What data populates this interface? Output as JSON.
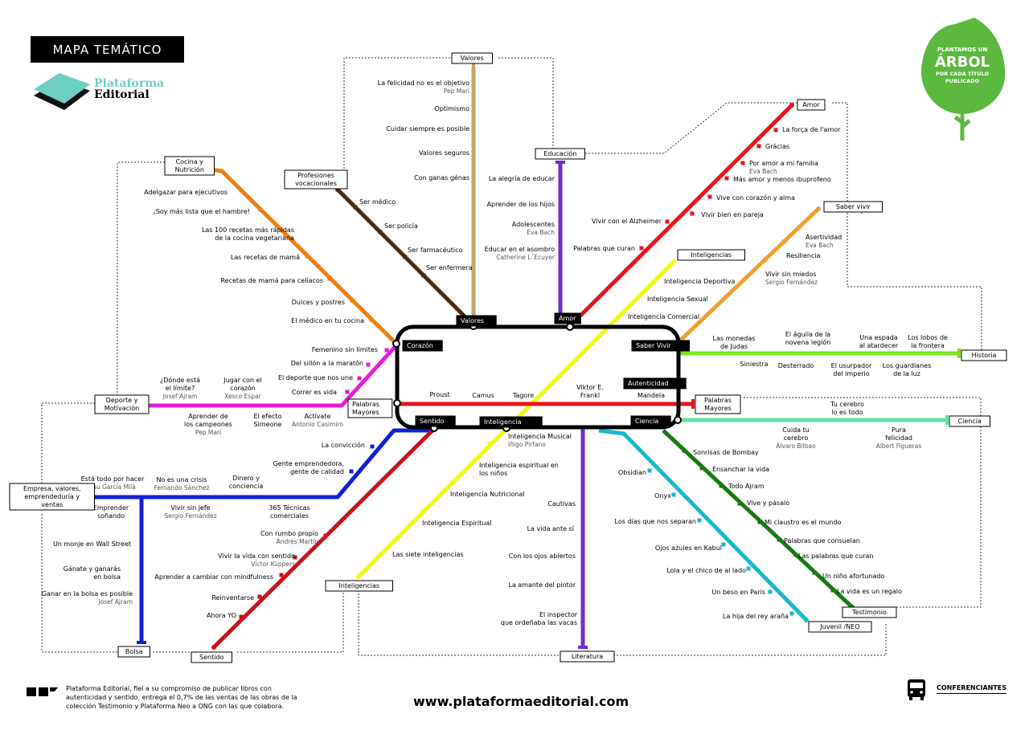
{
  "header": {
    "title": "MAPA TEMÁTICO"
  },
  "brand": {
    "line1": "Plataforma",
    "line2": "Editorial",
    "accent": "#6ccfc0"
  },
  "badge": {
    "line1": "PLANTAMOS UN",
    "line2": "ÁRBOL",
    "line3": "POR CADA TÍTULO",
    "line4": "PUBLICADO",
    "color": "#5cb83e"
  },
  "footer": {
    "note": "Plataforma Editorial, fiel a su compromiso de publicar libros con autenticidad y sentido, entrega el 0,7% de las ventas de las obras de la colección Testimonio y Plataforma Neo a ONG con las que colabora.",
    "url": "www.plataformaeditorial.com",
    "speakers": "CONFERENCIANTES"
  },
  "hub": {
    "labels": [
      {
        "id": "hub-label-valores",
        "text": "Valores"
      },
      {
        "id": "hub-label-amor",
        "text": "Amor"
      },
      {
        "id": "hub-label-corazon",
        "text": "Corazón"
      },
      {
        "id": "hub-label-saber-vivir",
        "text": "Saber Vivir"
      },
      {
        "id": "hub-label-autenticidad",
        "text": "Autenticidad"
      },
      {
        "id": "hub-label-palabras-mayores",
        "text": "Palabras\nMayores"
      },
      {
        "id": "hub-label-sentido",
        "text": "Sentido"
      },
      {
        "id": "hub-label-inteligencia",
        "text": "Inteligencia"
      },
      {
        "id": "hub-label-ciencia",
        "text": "Ciencia"
      }
    ]
  },
  "terminals": [
    {
      "id": "terminal-valores",
      "text": "Valores"
    },
    {
      "id": "terminal-educacion",
      "text": "Educación"
    },
    {
      "id": "terminal-amor",
      "text": "Amor"
    },
    {
      "id": "terminal-cocina",
      "text": "Cocina y\nNutrición"
    },
    {
      "id": "terminal-profesiones",
      "text": "Profesiones\nvocacionales"
    },
    {
      "id": "terminal-saber-vivir",
      "text": "Saber vivir"
    },
    {
      "id": "terminal-inteligencias-top",
      "text": "Inteligencias"
    },
    {
      "id": "terminal-historia",
      "text": "Historia"
    },
    {
      "id": "terminal-palabras-mayores",
      "text": "Palabras\nMayores"
    },
    {
      "id": "terminal-ciencia",
      "text": "Ciencia"
    },
    {
      "id": "terminal-deporte",
      "text": "Deporte y\nMotivación"
    },
    {
      "id": "terminal-empresa",
      "text": "Empresa, valores,\nemprendeduría y\nventas"
    },
    {
      "id": "terminal-bolsa",
      "text": "Bolsa"
    },
    {
      "id": "terminal-sentido",
      "text": "Sentido"
    },
    {
      "id": "terminal-inteligencias-bottom",
      "text": "Inteligencias"
    },
    {
      "id": "terminal-literatura",
      "text": "Literatura"
    },
    {
      "id": "terminal-testimonio",
      "text": "Testimonio"
    },
    {
      "id": "terminal-juvenil",
      "text": "Juvenil /NEO"
    }
  ],
  "lines": [
    {
      "id": "line-valores",
      "color": "#c4a46a"
    },
    {
      "id": "line-educacion",
      "color": "#6a2fd1"
    },
    {
      "id": "line-amor",
      "color": "#e8141c"
    },
    {
      "id": "line-cocina",
      "color": "#f07e12"
    },
    {
      "id": "line-profesiones",
      "color": "#4a2a10"
    },
    {
      "id": "line-saber-vivir",
      "color": "#f0a030"
    },
    {
      "id": "line-inteligencias",
      "color": "#f6f60e"
    },
    {
      "id": "line-historia",
      "color": "#7ee21e"
    },
    {
      "id": "line-palabras",
      "color": "#e8141c"
    },
    {
      "id": "line-ciencia",
      "color": "#5ce8a0"
    },
    {
      "id": "line-deporte",
      "color": "#e41ed8"
    },
    {
      "id": "line-empresa",
      "color": "#1020d8"
    },
    {
      "id": "line-sentido",
      "color": "#c8141c"
    },
    {
      "id": "line-literatura",
      "color": "#6a2fd1"
    },
    {
      "id": "line-testimonio",
      "color": "#1a7a14"
    },
    {
      "id": "line-juvenil",
      "color": "#18b8d0"
    }
  ],
  "stations": [
    {
      "id": "st-felicidad",
      "text": "La felicidad no es el objetivo",
      "sub": "Pep Marí"
    },
    {
      "id": "st-optimismo",
      "text": "Optimismo"
    },
    {
      "id": "st-cuidar",
      "text": "Cuidar siempre es posible"
    },
    {
      "id": "st-valores-seguros",
      "text": "Valores seguros"
    },
    {
      "id": "st-ganas-genas",
      "text": "Con ganas génas"
    },
    {
      "id": "st-alegria-educar",
      "text": "La alegría de educar"
    },
    {
      "id": "st-aprender-hijos",
      "text": "Aprender de los hijos"
    },
    {
      "id": "st-adolescentes",
      "text": "Adolescentes",
      "sub": "Eva Bach"
    },
    {
      "id": "st-educar-asombro",
      "text": "Educar en el asombro",
      "sub": "Catherine L´Ecuyer"
    },
    {
      "id": "st-forca",
      "text": "La força de l'amor"
    },
    {
      "id": "st-gracias",
      "text": "Grácias"
    },
    {
      "id": "st-amor-familia",
      "text": "Por amor a mi familia",
      "sub": "Eva Bach"
    },
    {
      "id": "st-mas-amor",
      "text": "Más amor y menos ibuprofeno"
    },
    {
      "id": "st-vive-corazon",
      "text": "Vive con corazón y alma"
    },
    {
      "id": "st-vivir-pareja",
      "text": "Vivir bien en pareja"
    },
    {
      "id": "st-alzheimer",
      "text": "Vivir con el Alzheimer"
    },
    {
      "id": "st-palabras-curan-top",
      "text": "Palabras que curan"
    },
    {
      "id": "st-adelgazar",
      "text": "Adelgazar para ejecutivos"
    },
    {
      "id": "st-soy-mas-lista",
      "text": "¡Soy más lista que el hambre!"
    },
    {
      "id": "st-100-recetas",
      "text": "Las 100 recetas más rápidas\nde la cocina vegetariana"
    },
    {
      "id": "st-recetas-mama",
      "text": "Las recetas de mamá"
    },
    {
      "id": "st-recetas-celiacos",
      "text": "Recetas de mamá para celíacos"
    },
    {
      "id": "st-dulces",
      "text": "Dulces y postres"
    },
    {
      "id": "st-medico-cocina",
      "text": "El médico en tu cocina"
    },
    {
      "id": "st-ser-medico",
      "text": "Ser médico"
    },
    {
      "id": "st-ser-policia",
      "text": "Ser policía"
    },
    {
      "id": "st-ser-farmaceutico",
      "text": "Ser farmacéutico"
    },
    {
      "id": "st-ser-enfermera",
      "text": "Ser enfermera"
    },
    {
      "id": "st-asertividad",
      "text": "Asertividad",
      "sub": "Eva Bach"
    },
    {
      "id": "st-resiliencia",
      "text": "Resiliencia"
    },
    {
      "id": "st-vivir-sin-miedos",
      "text": "Vivir sin miedos",
      "sub": "Sergio Fernández"
    },
    {
      "id": "st-int-deportiva",
      "text": "Inteligencia Deportiva"
    },
    {
      "id": "st-int-sexual",
      "text": "Inteligencia Sexual"
    },
    {
      "id": "st-int-comercial",
      "text": "Inteligencia Comercial"
    },
    {
      "id": "st-monedas-judas",
      "text": "Las monedas\nde Judas"
    },
    {
      "id": "st-aguila",
      "text": "El águila de la\nnovena legión"
    },
    {
      "id": "st-espada",
      "text": "Una espada\nal atardecer"
    },
    {
      "id": "st-lobos",
      "text": "Los lobos de\nla frontera"
    },
    {
      "id": "st-siniestra",
      "text": "Siniestra"
    },
    {
      "id": "st-desterrado",
      "text": "Desterrado"
    },
    {
      "id": "st-usurpador",
      "text": "El usurpador\ndel imperio"
    },
    {
      "id": "st-guardianes",
      "text": "Los guardianes\nde la luz"
    },
    {
      "id": "st-proust",
      "text": "Proust"
    },
    {
      "id": "st-camus",
      "text": "Camus"
    },
    {
      "id": "st-tagore",
      "text": "Tagore"
    },
    {
      "id": "st-frankl",
      "text": "Viktor E.\nFrankl"
    },
    {
      "id": "st-mandela",
      "text": "Mandela"
    },
    {
      "id": "st-cerebro",
      "text": "Tu cerebro\nlo es todo"
    },
    {
      "id": "st-cuida-cerebro",
      "text": "Cuida tu\ncerebro",
      "sub": "Álvaro Bilbao"
    },
    {
      "id": "st-pura-felicidad",
      "text": "Pura\nfelicidad",
      "sub": "Albert Figueras"
    },
    {
      "id": "st-femenino",
      "text": "Femenino sin límites"
    },
    {
      "id": "st-sillon",
      "text": "Del sillón a la maratón"
    },
    {
      "id": "st-deporte-une",
      "text": "El deporte que nos une"
    },
    {
      "id": "st-correr-vida",
      "text": "Correr es vida"
    },
    {
      "id": "st-donde-limite",
      "text": "¿Dónde está\nel límite?",
      "sub": "Josef Ajram"
    },
    {
      "id": "st-jugar-corazon",
      "text": "Jugar con el\ncorazón",
      "sub": "Xesco Espar"
    },
    {
      "id": "st-aprender-campeones",
      "text": "Aprender de\nlos campeones",
      "sub": "Pep Marí"
    },
    {
      "id": "st-efecto-simeone",
      "text": "El efecto\nSimeone"
    },
    {
      "id": "st-activate",
      "text": "Actívate",
      "sub": "Antonio Casimiro"
    },
    {
      "id": "st-conviccion",
      "text": "La convicción"
    },
    {
      "id": "st-gente-emprendedora",
      "text": "Gente emprendedora,\ngente de calidad"
    },
    {
      "id": "st-esta-todo",
      "text": "Está todo por hacer",
      "sub": "Pau García Milà"
    },
    {
      "id": "st-no-crisis",
      "text": "No es una crisis",
      "sub": "Fernando Sánchez"
    },
    {
      "id": "st-dinero",
      "text": "Dinero y\nconciencia"
    },
    {
      "id": "st-emprender",
      "text": "Emprender\nsoñando"
    },
    {
      "id": "st-vivir-sin-jefe",
      "text": "Vivir sin jefe",
      "sub": "Sergio Fernández"
    },
    {
      "id": "st-365",
      "text": "365 Técnicas\ncomerciales"
    },
    {
      "id": "st-monje",
      "text": "Un monje en Wall Street"
    },
    {
      "id": "st-ganate",
      "text": "Gánate y ganarás\nen bolsa"
    },
    {
      "id": "st-ganar-bolsa",
      "text": "Ganar en la bolsa es posible",
      "sub": "Josef Ajram"
    },
    {
      "id": "st-rumbo",
      "text": "Con rumbo propio",
      "sub": "Andrés Martín"
    },
    {
      "id": "st-vivir-sentido",
      "text": "Vivir la vida con sentido",
      "sub": "Víctor Küppers"
    },
    {
      "id": "st-mindfulness",
      "text": "Aprender a cambiar con mindfulness"
    },
    {
      "id": "st-reinventarse",
      "text": "Reinventarse"
    },
    {
      "id": "st-ahora-yo",
      "text": "Ahora YO"
    },
    {
      "id": "st-int-musical",
      "text": "Inteligencia Musical",
      "sub": "Iñigo Pirfano"
    },
    {
      "id": "st-int-espiritual-ninos",
      "text": "Inteligencia espiritual en\nlos niños"
    },
    {
      "id": "st-int-nutricional",
      "text": "Inteligencia Nutricional"
    },
    {
      "id": "st-int-espiritual",
      "text": "Inteligencia Espiritual"
    },
    {
      "id": "st-siete-int",
      "text": "Las siete inteligencias"
    },
    {
      "id": "st-cautivas",
      "text": "Cautivas"
    },
    {
      "id": "st-vida-ante-si",
      "text": "La vida ante sí"
    },
    {
      "id": "st-ojos-abiertos",
      "text": "Con los ojos abiertos"
    },
    {
      "id": "st-amante-pintor",
      "text": "La amante del pintor"
    },
    {
      "id": "st-inspector",
      "text": "El inspector\nque ordeñaba las vacas"
    },
    {
      "id": "st-sonrisas",
      "text": "Sonrisas de Bombay"
    },
    {
      "id": "st-ensanchar",
      "text": "Ensanchar la vida"
    },
    {
      "id": "st-todo-ajram",
      "text": "Todo Ajram"
    },
    {
      "id": "st-vive-pasalo",
      "text": "Vive y pásalo"
    },
    {
      "id": "st-claustro",
      "text": "Mi claustro es el mundo"
    },
    {
      "id": "st-palabras-consuelan",
      "text": "Palabras que consuelan"
    },
    {
      "id": "st-palabras-curan",
      "text": "Las palabras que curan"
    },
    {
      "id": "st-nino-afortunado",
      "text": "Un niño afortunado"
    },
    {
      "id": "st-vida-regalo",
      "text": "La vida es un regalo"
    },
    {
      "id": "st-obsidian",
      "text": "Obsidian"
    },
    {
      "id": "st-onyx",
      "text": "Onyx"
    },
    {
      "id": "st-dias-separan",
      "text": "Los días que nos separan"
    },
    {
      "id": "st-ojos-azules",
      "text": "Ojos azules en Kabul"
    },
    {
      "id": "st-lola",
      "text": "Lola y el chico de al lado"
    },
    {
      "id": "st-beso-paris",
      "text": "Un beso en París"
    },
    {
      "id": "st-hija-rey",
      "text": "La hija del rey araña"
    }
  ]
}
